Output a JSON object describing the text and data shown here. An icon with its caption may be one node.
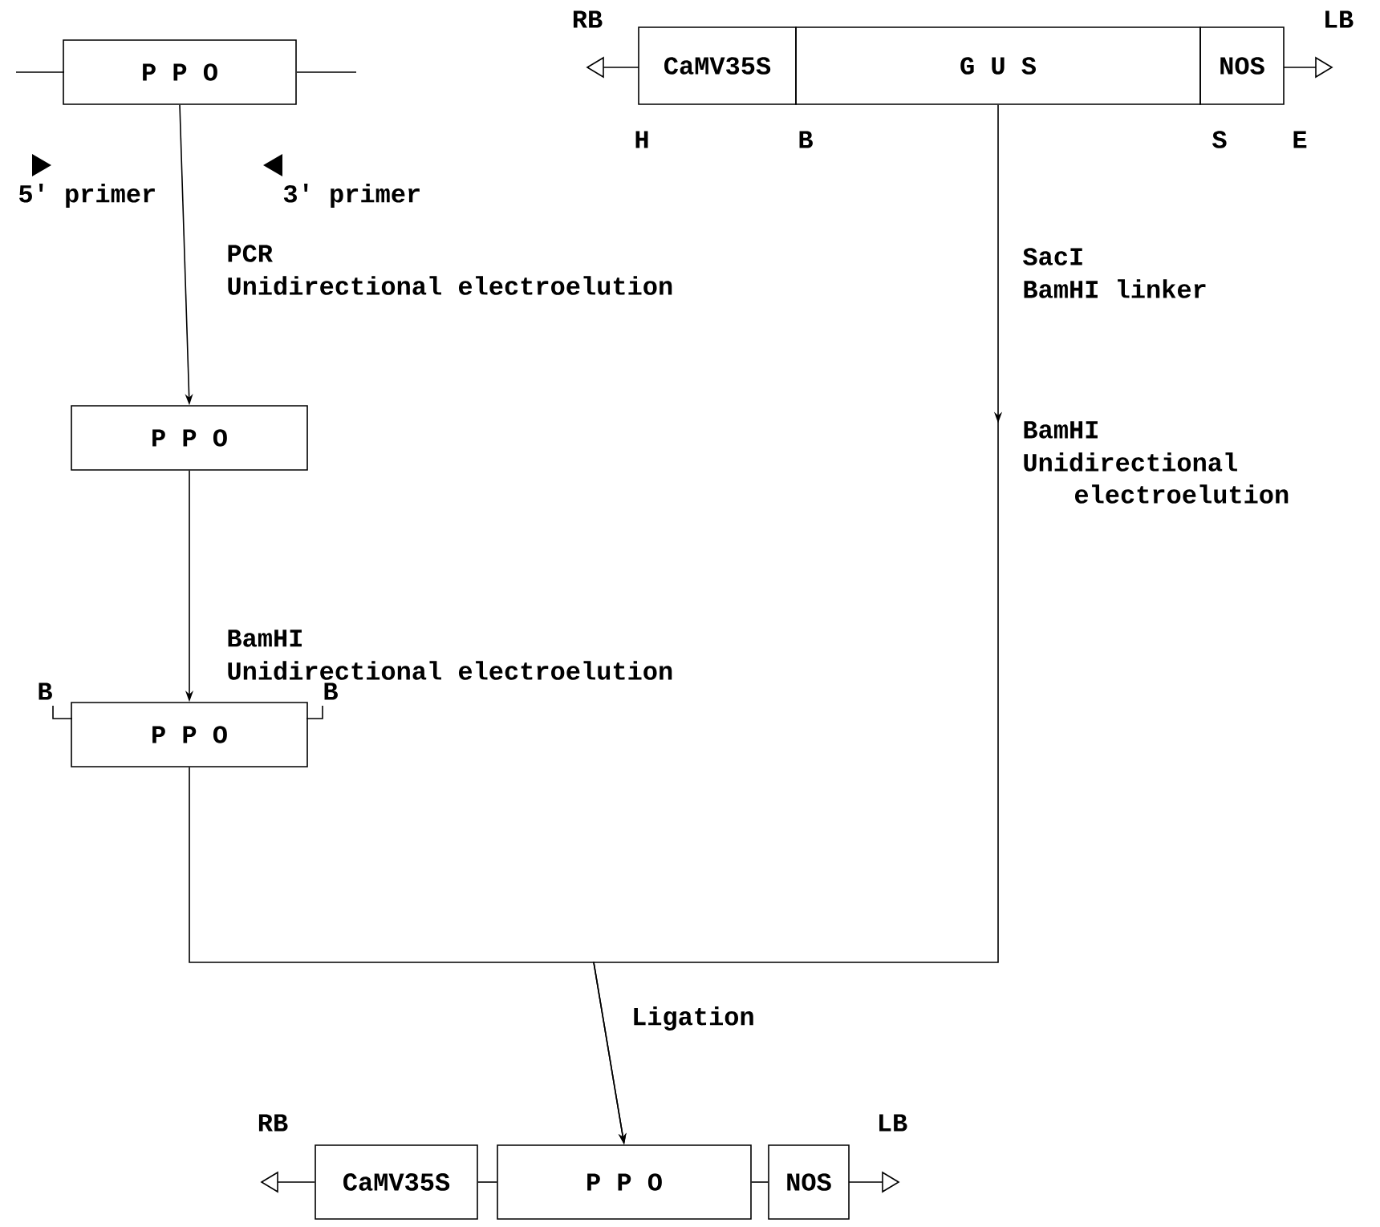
{
  "diagram": {
    "nodes": [
      {
        "text": [
          "P P O"
        ]
      },
      {
        "text": [
          "CaMV35S"
        ]
      },
      {
        "text": [
          "G U S"
        ]
      },
      {
        "text": [
          "NOS"
        ]
      },
      {
        "text": [
          "P P O"
        ]
      },
      {
        "text": [
          "P P O"
        ]
      },
      {
        "text": [
          "CaMV35S"
        ]
      },
      {
        "text": [
          "P P O"
        ]
      },
      {
        "text": [
          "NOS"
        ]
      }
    ],
    "edges": [
      {
        "from": 0,
        "to": 4,
        "arrow": "to"
      },
      {
        "from": 4,
        "to": 5,
        "arrow": "to"
      },
      {
        "from": 5,
        "to": 7,
        "arrow": "to",
        "label": "Ligation"
      },
      {
        "from": 2,
        "to": 7,
        "arrow": "to"
      },
      {
        "from": 6,
        "to": 7,
        "arrow": "none"
      },
      {
        "from": 7,
        "to": 8,
        "arrow": "none"
      }
    ],
    "labels": [
      "RB",
      "LB",
      "H",
      "B",
      "S",
      "E",
      "5' primer",
      "3' primer",
      "PCR",
      "Unidirectional electroelution",
      "SacI",
      "BamHI linker",
      "BamHI",
      "Unidirectional",
      "electroelution",
      "BamHI",
      "Unidirectional electroelution",
      "B",
      "B",
      "RB",
      "LB"
    ]
  }
}
